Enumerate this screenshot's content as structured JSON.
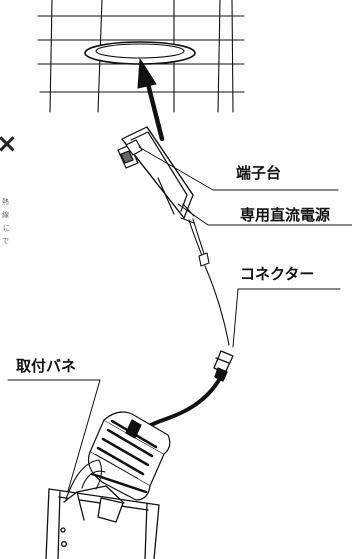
{
  "labels": {
    "terminal_block": "端子台",
    "dc_power_supply": "専用直流電源",
    "connector": "コネクター",
    "mounting_spring": "取付バネ"
  },
  "side_text": {
    "close_glyph": "×",
    "line_1": "熱",
    "line_2": "線",
    "line_3": "に",
    "line_4": "で"
  },
  "icons": {
    "installation_arrow": "arrow-up-left-icon",
    "close_mark": "close-icon"
  },
  "colors": {
    "ink": "#111111",
    "muted_text": "#666666",
    "background": "#ffffff"
  }
}
